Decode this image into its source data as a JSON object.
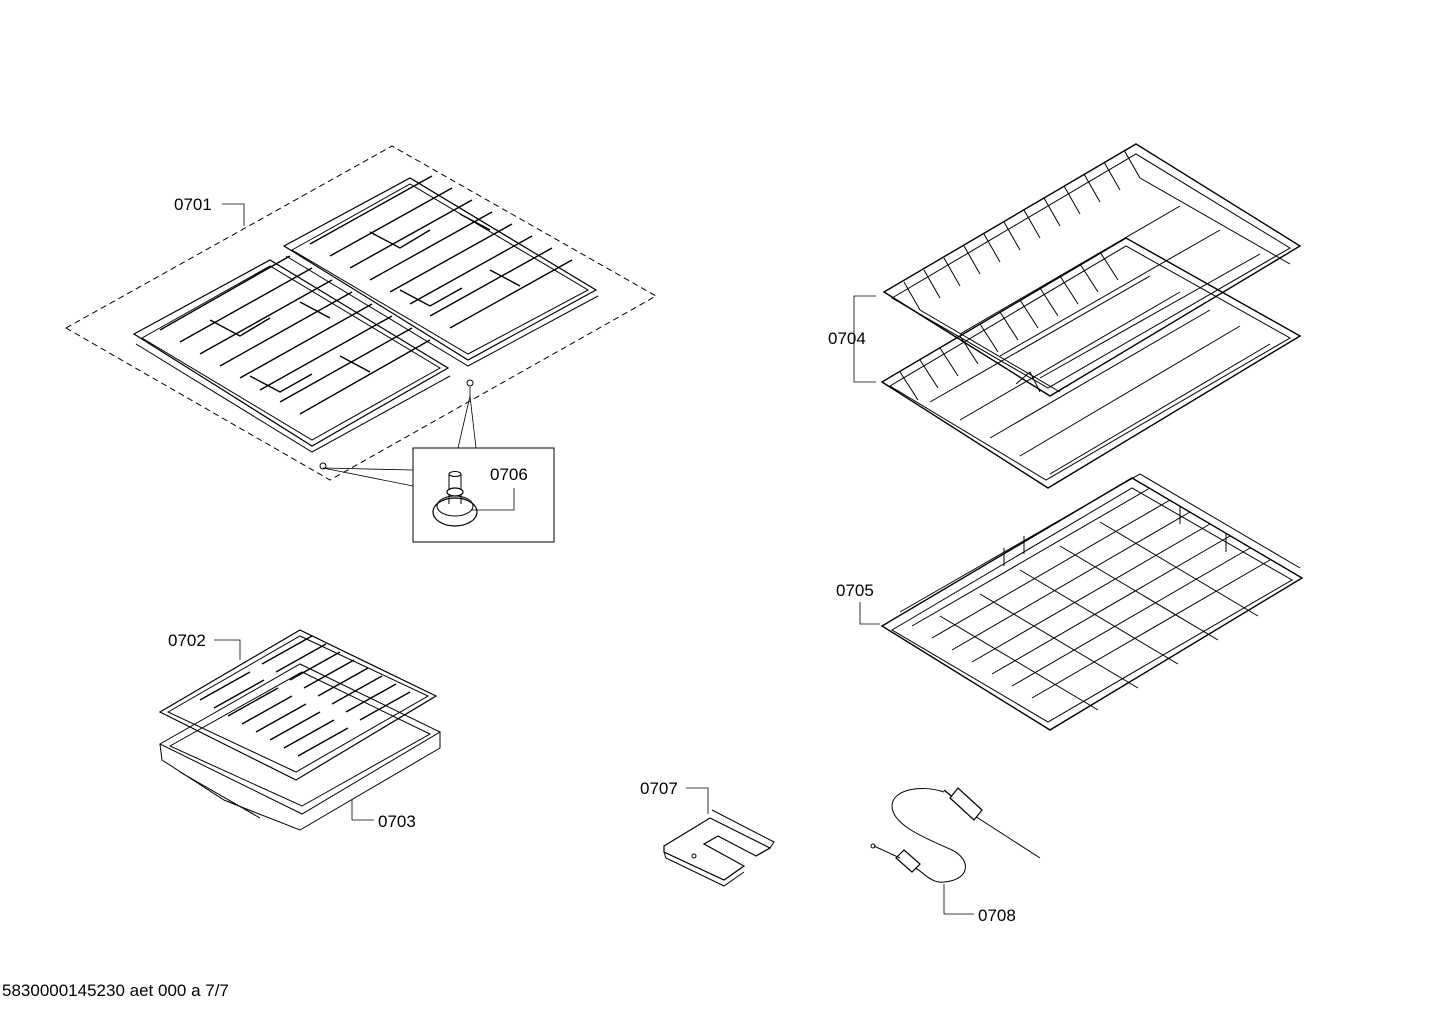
{
  "parts": {
    "p0701": "0701",
    "p0702": "0702",
    "p0703": "0703",
    "p0704": "0704",
    "p0705": "0705",
    "p0706": "0706",
    "p0707": "0707",
    "p0708": "0708"
  },
  "footer": "5830000145230 aet 000 a 7/7"
}
